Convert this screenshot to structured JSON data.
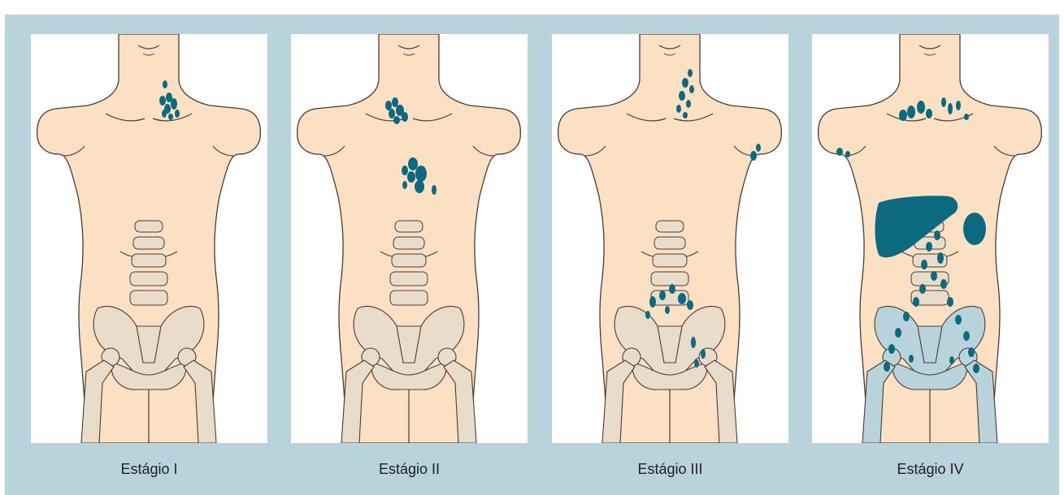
{
  "figure": {
    "colors": {
      "background": "#b8d3dc",
      "panel": "#ffffff",
      "skin": "#fbe0c3",
      "bone": "#eadccb",
      "bone_affected": "#b8d3dc",
      "lesion": "#0b6a80",
      "outline": "#4a3c33"
    },
    "panels": [
      {
        "label": "Estágio I",
        "affected_bones": false,
        "liver_spleen": false
      },
      {
        "label": "Estágio II",
        "affected_bones": false,
        "liver_spleen": false
      },
      {
        "label": "Estágio III",
        "affected_bones": false,
        "liver_spleen": false
      },
      {
        "label": "Estágio IV",
        "affected_bones": true,
        "liver_spleen": true
      }
    ]
  }
}
